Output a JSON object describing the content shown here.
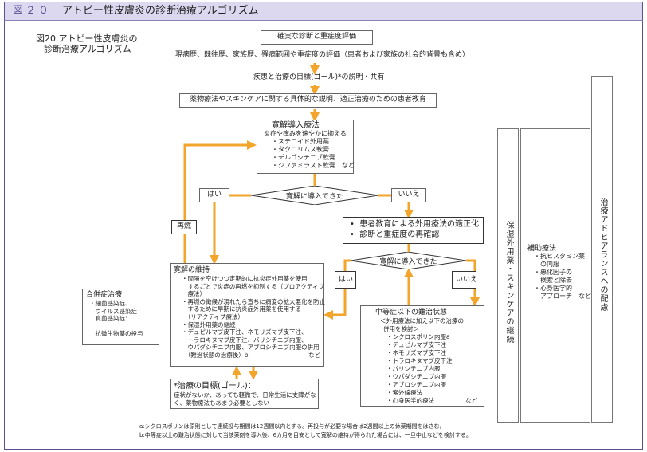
{
  "header": {
    "figure_number": "図２０",
    "title": "アトピー性皮膚炎の診断治療アルゴリズム"
  },
  "caption": [
    "図20 アトピー性皮膚炎の",
    "診断治療アルゴリズム"
  ],
  "flow": {
    "diagnosis": "確実な診断と重症度評価",
    "history": "現病歴、既往歴、家族歴、罹病範囲や重症度の評価（患者および家族の社会的背景も含め）",
    "goal_share": "疾患と治療の目標(ゴール)*の説明・共有",
    "education": "薬物療法やスキンケアに関する具体的な説明、適正治療のための患者教育",
    "induction": {
      "title": "寛解導入療法",
      "subtitle": "炎症や痒みを速やかに抑える",
      "items": [
        "・ステロイド外用薬",
        "・タクロリムス軟膏",
        "・デルゴシチニブ軟膏",
        "・ジファミラスト軟膏　など"
      ]
    },
    "decision1": "寛解に導入できた",
    "yes": "はい",
    "no": "いいえ",
    "relapse": "再燃",
    "reeducation": [
      "患者教育による外用療法の適正化",
      "診断と重症度の再確認"
    ],
    "decision2": "寛解に導入できた",
    "maintenance": {
      "title": "寛解の維持",
      "items": [
        "・間隔を空けつつ定期的に抗炎症外用薬を使用",
        "　するごとで炎症の再燃を抑制する（プロアクティブ",
        "　療法）",
        "・再燃の徴候が現れたら直ちに病変の拡大悪化を防止",
        "　するために早期に抗炎症外用薬を使用する",
        "　（リアクティブ療法）",
        "・保湿外用薬の継続",
        "・デュピルマブ皮下注、ネモリズマブ皮下注、",
        "　トラロキヌマブ皮下注、バリシチニブ内服、",
        "　ウパダシチニブ内服、アブロシチニブ内服の併用",
        "　（難治状態の治療後）b"
      ],
      "etc": "など"
    },
    "complication": {
      "title": "合併症治療",
      "items": [
        "・細菌感染症、",
        "　ウイルス感染症",
        "　真菌感染症：",
        "",
        "　抗微生物薬の投与"
      ]
    },
    "refractory": {
      "title": "中等症以下の難治状態",
      "subtitle": "＜外用療法に加え以下の治療の",
      "subtitle2": "併用を検討＞",
      "items": [
        "・シクロスポリン内服a",
        "・デュピルマブ皮下注",
        "・ネモリズマブ皮下注",
        "・トラロキヌマブ皮下注",
        "・バリシチニブ内服",
        "・ウパダシチニブ内服",
        "・アブロシチニブ内服",
        "・紫外線療法",
        "・心身医学的療法"
      ],
      "etc": "など"
    },
    "target": {
      "title": "*治療の目標(ゴール)：",
      "text": [
        "症状がないか、あっても軽微で、日常生活に支障がな",
        "く、薬物療法もあまり必要としない"
      ]
    }
  },
  "columns": {
    "moisturizer": "保湿外用薬・スキンケアの継続",
    "adjunct": {
      "title": "補助療法",
      "items": [
        "・抗ヒスタミン薬",
        "　の内服",
        "・悪化因子の",
        "　検索と除去",
        "・心身医学的",
        "　アプローチ　など"
      ]
    },
    "adherence": "治療アドヒアランスへの配慮"
  },
  "footnotes": [
    "a:シクロスポリンは原則として連続投与期間は12週間以内とする。再投与が必要な場合は2週間以上の休薬期間をはさむ。",
    "b:中等症以上の難治状態に対して当該薬剤を導入後、6カ月を目安として寛解の維持が得られた場合には、一旦中止などを検討する。"
  ],
  "colors": {
    "arrow": "#f2a52a",
    "frame": "#5b5192",
    "header_bg": "#dcd8f0"
  }
}
